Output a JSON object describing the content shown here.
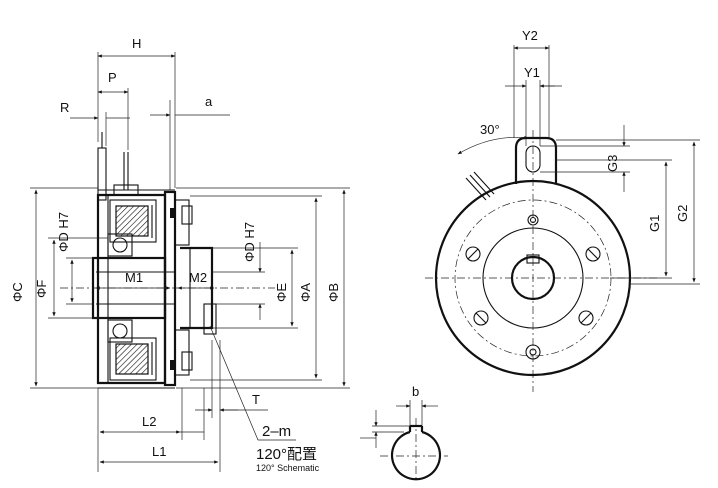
{
  "labels": {
    "H": "H",
    "P": "P",
    "R": "R",
    "a": "a",
    "phiC": "ΦC",
    "phiF": "ΦF",
    "phiDH7_left": "ΦD H7",
    "M1": "M1",
    "M2": "M2",
    "phiDH7_right": "ΦD H7",
    "phiE": "ΦE",
    "phiA": "ΦA",
    "phiB": "ΦB",
    "L2": "L2",
    "L1": "L1",
    "T": "T",
    "two_m": "2–m",
    "config": "120°配置",
    "schematic": "120° Schematic",
    "Y2": "Y2",
    "Y1": "Y1",
    "angle30": "30°",
    "G3": "G3",
    "G1": "G1",
    "G2": "G2",
    "b": "b"
  }
}
